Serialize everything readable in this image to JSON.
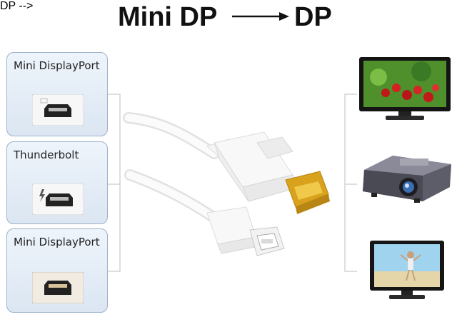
{
  "header": {
    "left_label": "Mini DP",
    "right_label": "DP"
  },
  "ports": [
    {
      "label": "Mini DisplayPort",
      "icon": "mini-displayport-port-icon"
    },
    {
      "label": "Thunderbolt",
      "icon": "thunderbolt-port-icon"
    },
    {
      "label": "Mini DisplayPort",
      "icon": "mini-displayport-port-icon"
    }
  ],
  "devices": [
    {
      "icon": "monitor-icon"
    },
    {
      "icon": "projector-icon"
    },
    {
      "icon": "tv-icon"
    }
  ],
  "colors": {
    "panel_border": "#9db2c8",
    "gold_connector": "#d8a21c",
    "cable": "#f4f4f4"
  }
}
